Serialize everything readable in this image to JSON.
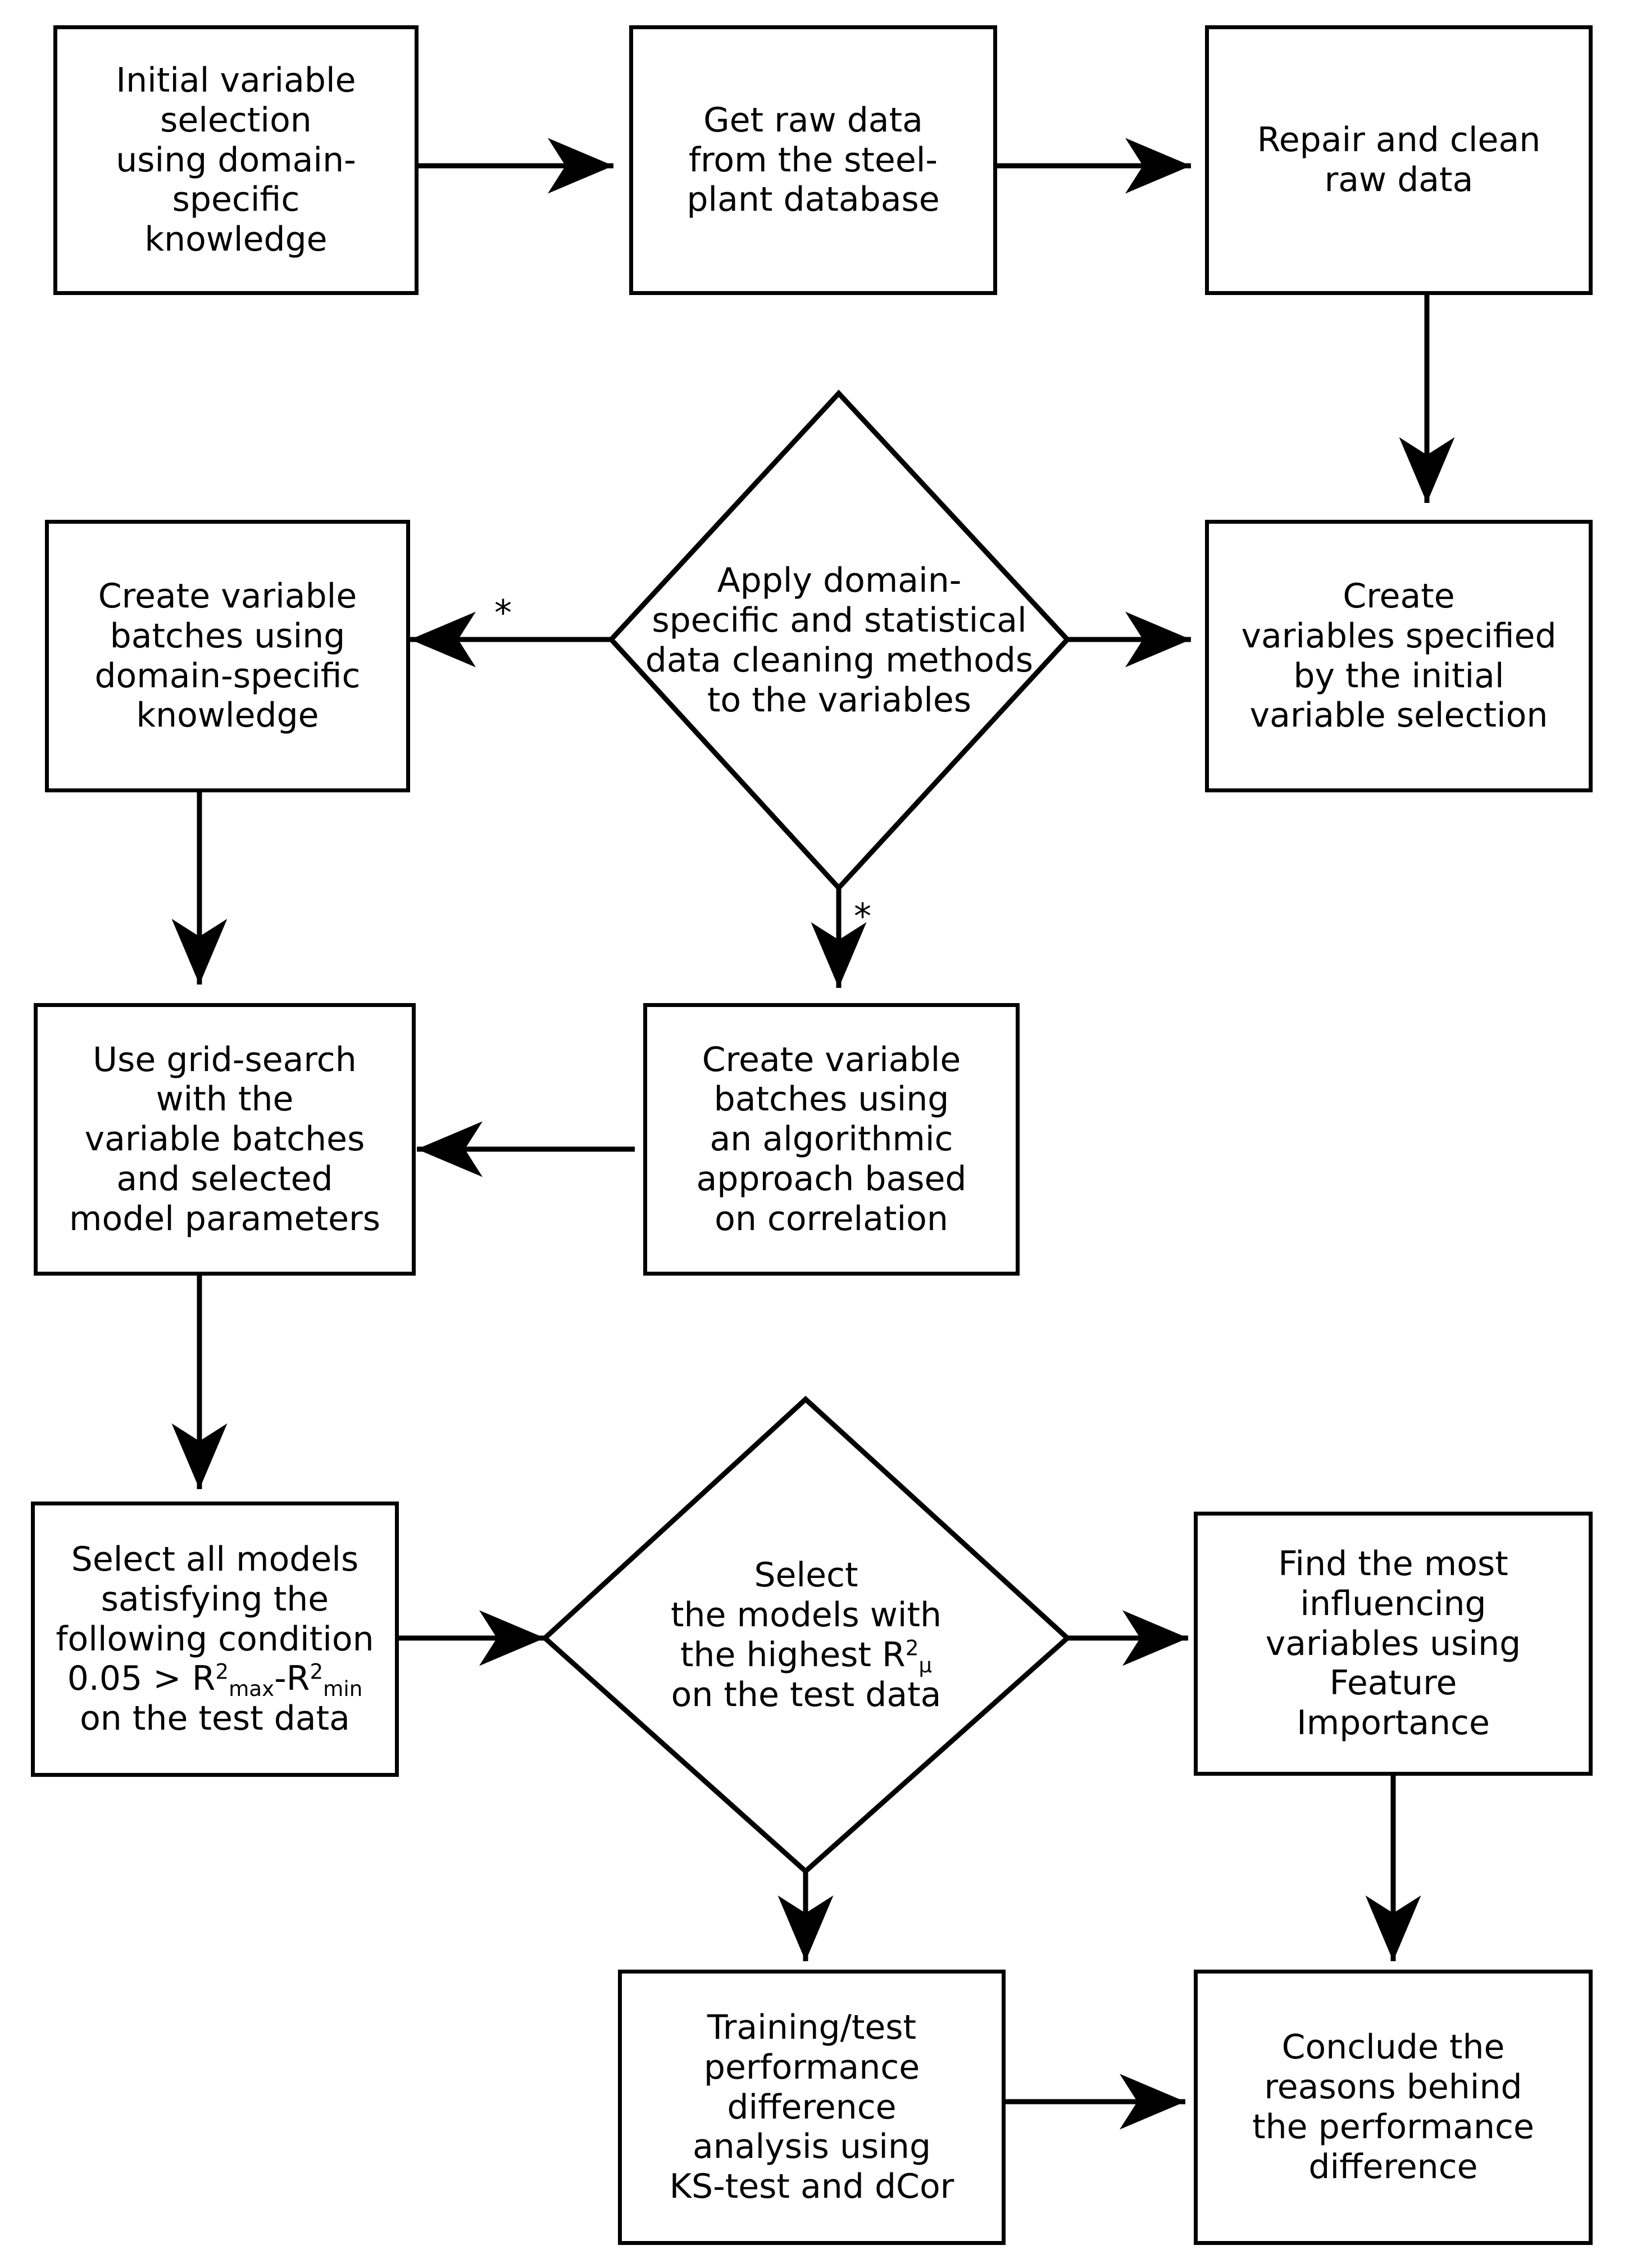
{
  "diagram": {
    "type": "flowchart",
    "title": "Modelling workflow flowchart",
    "stroke_color": "#000000",
    "background_color": "#ffffff",
    "nodes": [
      {
        "id": "initial-variable-selection",
        "shape": "rectangle",
        "text": "Initial variable selection using domain-specific knowledge",
        "lines": [
          "Initial variable",
          "selection",
          "using domain-",
          "specific",
          "knowledge"
        ]
      },
      {
        "id": "get-raw-data",
        "shape": "rectangle",
        "text": "Get raw data from the steel-plant database",
        "lines": [
          "Get raw data",
          "from the steel-",
          "plant database"
        ]
      },
      {
        "id": "repair-clean-raw-data",
        "shape": "rectangle",
        "text": "Repair and clean raw data",
        "lines": [
          "Repair and clean",
          "raw data"
        ]
      },
      {
        "id": "create-variables-specified",
        "shape": "rectangle",
        "text": "Create variables specified by the initial variable selection",
        "lines": [
          "Create",
          "variables specified",
          "by the initial",
          "variable selection"
        ]
      },
      {
        "id": "apply-cleaning-methods",
        "shape": "diamond",
        "text": "Apply domain-specific and statistical data cleaning methods to the variables",
        "lines": [
          "Apply domain-",
          "specific and statistical",
          "data cleaning methods",
          "to the variables"
        ]
      },
      {
        "id": "create-batches-domain",
        "shape": "rectangle",
        "text": "Create variable batches using domain-specific knowledge",
        "lines": [
          "Create variable",
          "batches using",
          "domain-specific",
          "knowledge"
        ]
      },
      {
        "id": "create-batches-algorithmic",
        "shape": "rectangle",
        "text": "Create variable batches using an algorithmic approach based on correlation",
        "lines": [
          "Create variable",
          "batches using",
          "an algorithmic",
          "approach based",
          "on correlation"
        ]
      },
      {
        "id": "use-grid-search",
        "shape": "rectangle",
        "text": "Use grid-search with the variable batches and selected model parameters",
        "lines": [
          "Use grid-search",
          "with the",
          "variable batches",
          "and selected",
          "model parameters"
        ]
      },
      {
        "id": "select-all-models",
        "shape": "rectangle",
        "text": "Select all models satisfying the following condition 0.05 > R2max-R2min on the test data",
        "lines": [
          "Select all models",
          "satisfying the",
          "following condition",
          "0.05 > R2max-R2min",
          "on the test data"
        ],
        "formula": {
          "threshold": "0.05",
          "operator": ">",
          "symbol": "R",
          "exponent": "2",
          "sub_first": "max",
          "minus": "-",
          "sub_second": "min"
        }
      },
      {
        "id": "select-highest-r2",
        "shape": "diamond",
        "text": "Select the models with the highest R2mu on the test data",
        "lines": [
          "Select",
          "the models with",
          "the highest R2μ",
          "on the test data"
        ],
        "formula": {
          "symbol": "R",
          "exponent": "2",
          "subscript": "μ"
        }
      },
      {
        "id": "find-influencing-variables",
        "shape": "rectangle",
        "text": "Find the most influencing variables using Feature Importance",
        "lines": [
          "Find the most",
          "influencing",
          "variables using",
          "Feature",
          "Importance"
        ]
      },
      {
        "id": "training-test-difference",
        "shape": "rectangle",
        "text": "Training/test performance difference analysis using KS-test and dCor",
        "lines": [
          "Training/test",
          "performance",
          "difference",
          "analysis using",
          "KS-test and dCor"
        ]
      },
      {
        "id": "conclude-reasons",
        "shape": "rectangle",
        "text": "Conclude the reasons behind the performance difference",
        "lines": [
          "Conclude the",
          "reasons behind",
          "the performance",
          "difference"
        ]
      }
    ],
    "edge_labels": [
      {
        "id": "star-left",
        "text": "*"
      },
      {
        "id": "star-down",
        "text": "*"
      }
    ],
    "edges": [
      {
        "from": "initial-variable-selection",
        "to": "get-raw-data"
      },
      {
        "from": "get-raw-data",
        "to": "repair-clean-raw-data"
      },
      {
        "from": "repair-clean-raw-data",
        "to": "create-variables-specified"
      },
      {
        "from": "apply-cleaning-methods",
        "to": "create-variables-specified"
      },
      {
        "from": "apply-cleaning-methods",
        "to": "create-batches-domain",
        "label": "*"
      },
      {
        "from": "apply-cleaning-methods",
        "to": "create-batches-algorithmic",
        "label": "*"
      },
      {
        "from": "create-batches-domain",
        "to": "use-grid-search"
      },
      {
        "from": "create-batches-algorithmic",
        "to": "use-grid-search"
      },
      {
        "from": "use-grid-search",
        "to": "select-all-models"
      },
      {
        "from": "select-all-models",
        "to": "select-highest-r2"
      },
      {
        "from": "select-highest-r2",
        "to": "find-influencing-variables"
      },
      {
        "from": "select-highest-r2",
        "to": "training-test-difference"
      },
      {
        "from": "find-influencing-variables",
        "to": "conclude-reasons"
      },
      {
        "from": "training-test-difference",
        "to": "conclude-reasons"
      }
    ]
  }
}
